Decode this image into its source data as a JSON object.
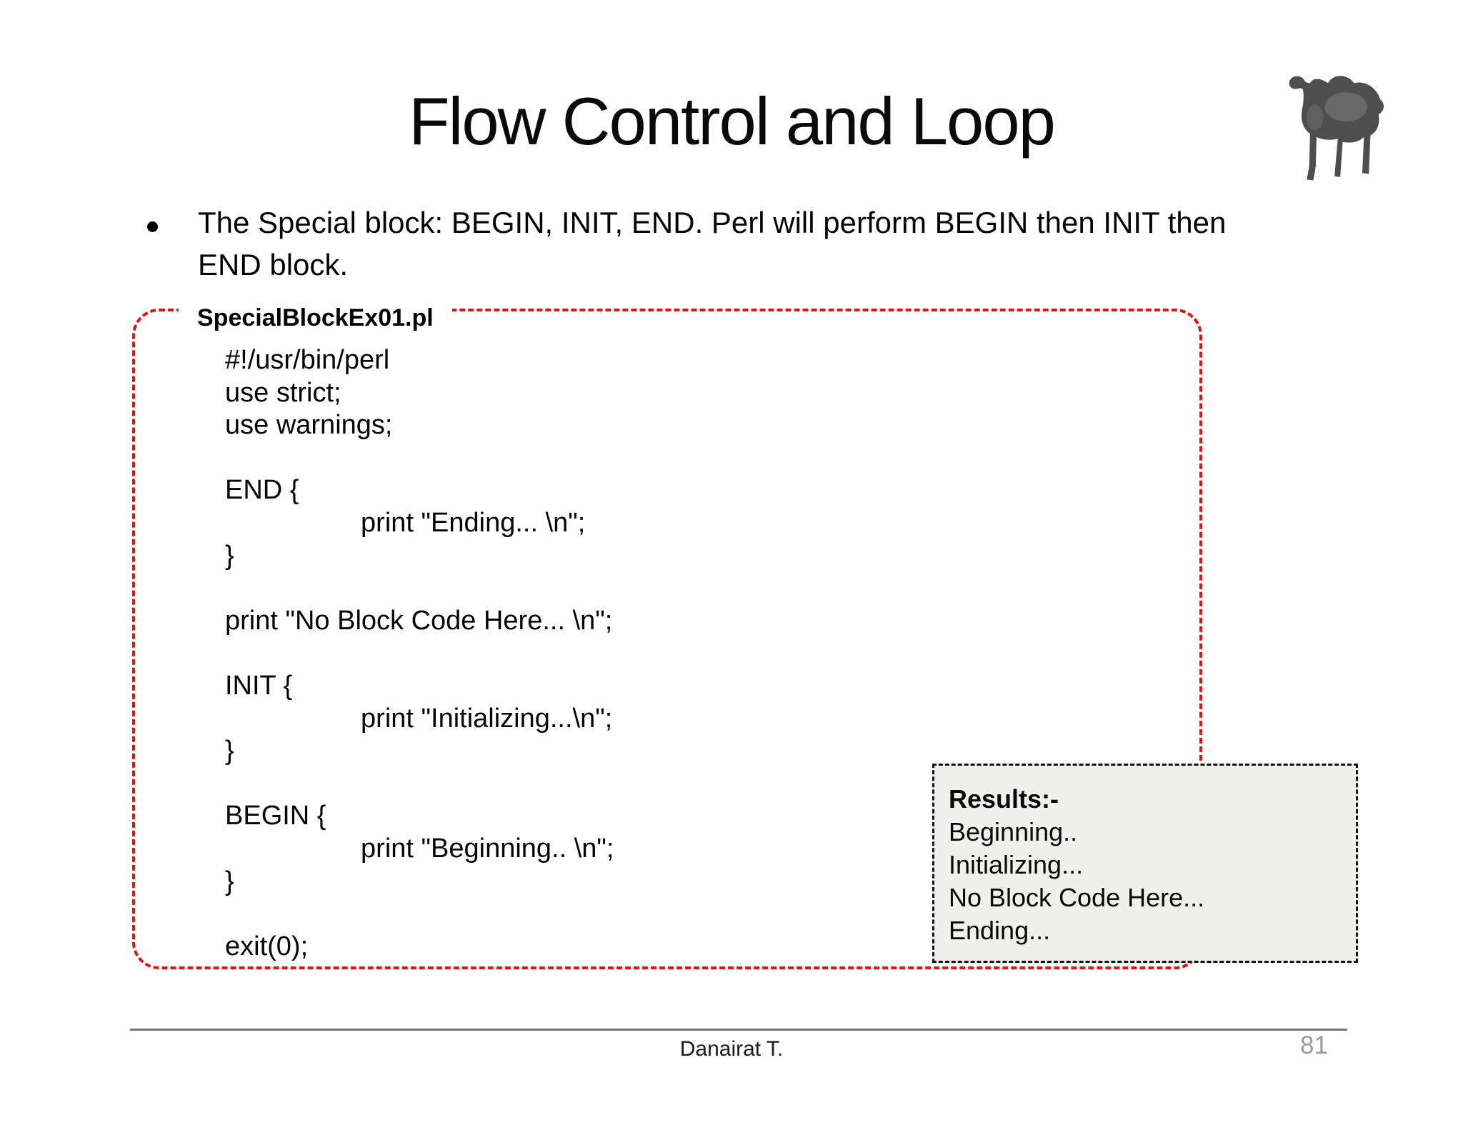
{
  "slide": {
    "title": "Flow Control and Loop",
    "bullet": {
      "lines": [
        "The Special block: BEGIN, INIT, END. Perl will perform BEGIN then INIT then",
        "END block."
      ]
    }
  },
  "code_box": {
    "label": "SpecialBlockEx01.pl",
    "code_lines": [
      "#!/usr/bin/perl",
      "use strict;",
      "use warnings;",
      "",
      "END {",
      "\tprint \"Ending... \\n\";",
      "}",
      "",
      "print \"No Block Code Here... \\n\";",
      "",
      "INIT {",
      "\tprint \"Initializing...\\n\";",
      "}",
      "",
      "BEGIN {",
      "\tprint \"Beginning.. \\n\";",
      "}",
      "",
      "exit(0);"
    ]
  },
  "results_box": {
    "heading": "Results:-",
    "lines": [
      "Beginning..",
      "Initializing...",
      "No Block Code Here...",
      "Ending..."
    ]
  },
  "footer": {
    "author": "Danairat T.",
    "page_number": "81"
  },
  "icons": {
    "camel": "perl-camel-logo"
  },
  "colors": {
    "accent_red": "#e01414",
    "results_box_bg": "#f0f0ef",
    "results_border": "#141414",
    "footer_line": "#757575",
    "page_number_gray": "#9a9a9a"
  }
}
